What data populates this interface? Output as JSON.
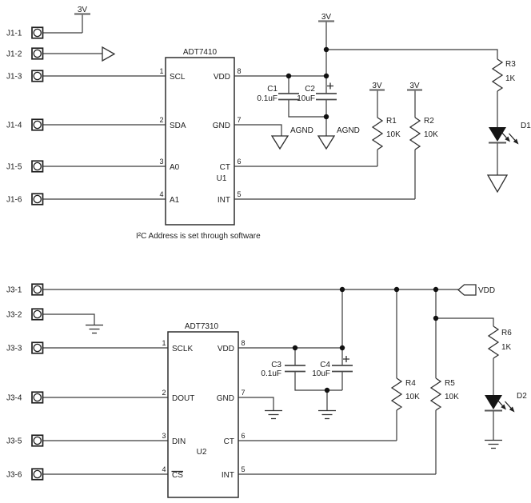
{
  "shared": {
    "v3": "3V",
    "agnd": "AGND",
    "vdd": "VDD"
  },
  "note": "I²C Address is set through software",
  "top": {
    "connectors": [
      "J1-1",
      "J1-2",
      "J1-3",
      "J1-4",
      "J1-5",
      "J1-6"
    ],
    "chip": {
      "part": "ADT7410",
      "ref": "U1",
      "left_pins": [
        {
          "num": "1",
          "name": "SCL"
        },
        {
          "num": "2",
          "name": "SDA"
        },
        {
          "num": "3",
          "name": "A0"
        },
        {
          "num": "4",
          "name": "A1"
        }
      ],
      "right_pins": [
        {
          "num": "8",
          "name": "VDD"
        },
        {
          "num": "7",
          "name": "GND"
        },
        {
          "num": "6",
          "name": "CT"
        },
        {
          "num": "5",
          "name": "INT"
        }
      ]
    },
    "components": {
      "c1": {
        "ref": "C1",
        "value": "0.1uF"
      },
      "c2": {
        "ref": "C2",
        "value": "10uF"
      },
      "r1": {
        "ref": "R1",
        "value": "10K"
      },
      "r2": {
        "ref": "R2",
        "value": "10K"
      },
      "r3": {
        "ref": "R3",
        "value": "1K"
      },
      "d1": {
        "ref": "D1"
      }
    }
  },
  "bottom": {
    "connectors": [
      "J3-1",
      "J3-2",
      "J3-3",
      "J3-4",
      "J3-5",
      "J3-6"
    ],
    "chip": {
      "part": "ADT7310",
      "ref": "U2",
      "left_pins": [
        {
          "num": "1",
          "name": "SCLK"
        },
        {
          "num": "2",
          "name": "DOUT"
        },
        {
          "num": "3",
          "name": "DIN"
        },
        {
          "num": "4",
          "name": "CS"
        }
      ],
      "right_pins": [
        {
          "num": "8",
          "name": "VDD"
        },
        {
          "num": "7",
          "name": "GND"
        },
        {
          "num": "6",
          "name": "CT"
        },
        {
          "num": "5",
          "name": "INT"
        }
      ]
    },
    "components": {
      "c3": {
        "ref": "C3",
        "value": "0.1uF"
      },
      "c4": {
        "ref": "C4",
        "value": "10uF"
      },
      "r4": {
        "ref": "R4",
        "value": "10K"
      },
      "r5": {
        "ref": "R5",
        "value": "10K"
      },
      "r6": {
        "ref": "R6",
        "value": "1K"
      },
      "d2": {
        "ref": "D2"
      }
    }
  }
}
